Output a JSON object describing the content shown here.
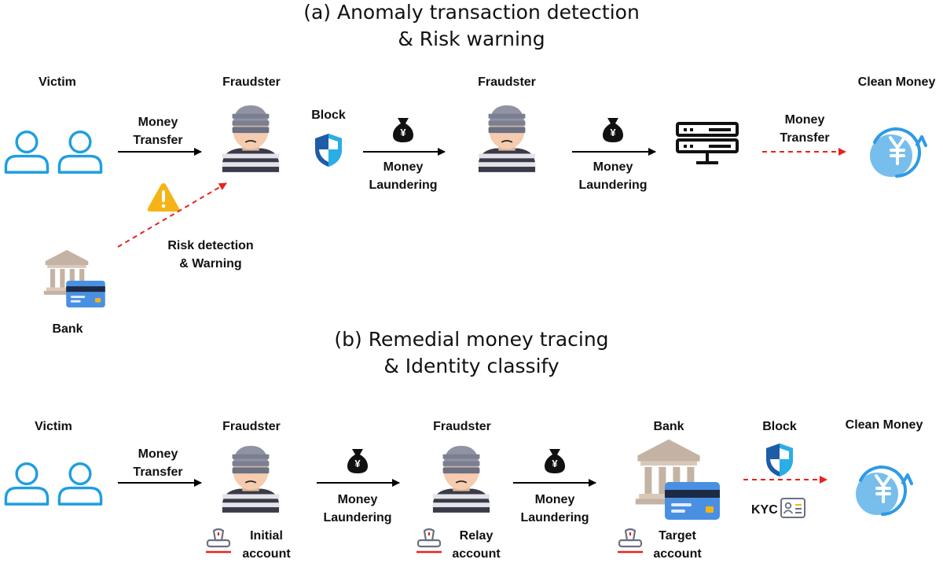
{
  "panel_a": {
    "title_line1": "(a) Anomaly transaction detection",
    "title_line2": "& Risk warning",
    "victim": "Victim",
    "fraudster_1": "Fraudster",
    "fraudster_2": "Fraudster",
    "clean_money": "Clean Money",
    "bank": "Bank",
    "block": "Block",
    "money_transfer_1_line1": "Money",
    "money_transfer_1_line2": "Transfer",
    "money_laundering_1_line1": "Money",
    "money_laundering_1_line2": "Laundering",
    "money_laundering_2_line1": "Money",
    "money_laundering_2_line2": "Laundering",
    "money_transfer_2_line1": "Money",
    "money_transfer_2_line2": "Transfer",
    "risk_line1": "Risk detection",
    "risk_line2": "& Warning",
    "money_bag_symbol": "¥"
  },
  "panel_b": {
    "title_line1": "(b) Remedial money tracing",
    "title_line2": "& Identity classify",
    "victim": "Victim",
    "fraudster_1": "Fraudster",
    "fraudster_2": "Fraudster",
    "bank": "Bank",
    "block": "Block",
    "clean_money": "Clean Money",
    "money_transfer_line1": "Money",
    "money_transfer_line2": "Transfer",
    "money_laundering_1_line1": "Money",
    "money_laundering_1_line2": "Laundering",
    "money_laundering_2_line1": "Money",
    "money_laundering_2_line2": "Laundering",
    "initial_line1": "Initial",
    "initial_line2": "account",
    "relay_line1": "Relay",
    "relay_line2": "account",
    "target_line1": "Target",
    "target_line2": "account",
    "kyc": "KYC",
    "money_bag_symbol": "¥"
  },
  "colors": {
    "blue": "#1f9ee0",
    "red_dashed": "#e8231c",
    "warning": "#f5b318",
    "fraudster": "#8f93a3",
    "bank": "#c4b3a4",
    "card": "#4a90e2",
    "shield": "#1e5ca8"
  }
}
